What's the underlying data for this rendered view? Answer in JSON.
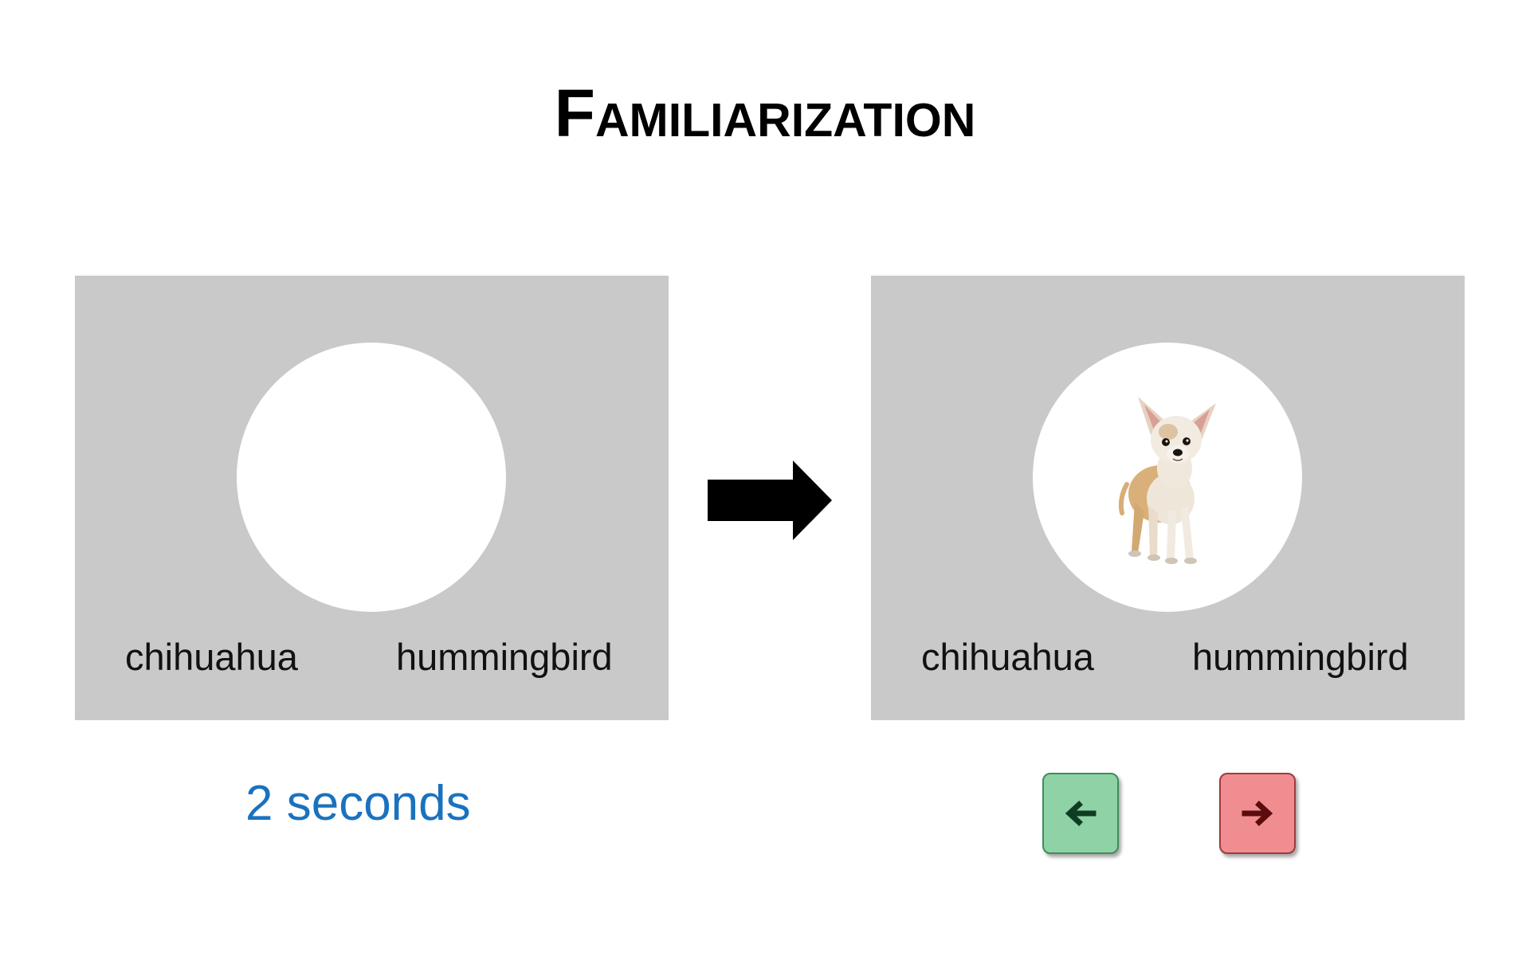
{
  "title": "Familiarization",
  "left_panel": {
    "labels": [
      "chihuahua",
      "hummingbird"
    ]
  },
  "right_panel": {
    "labels": [
      "chihuahua",
      "hummingbird"
    ],
    "image": "chihuahua-photo"
  },
  "transition_icon": "right-arrow-icon",
  "timing_text": "2 seconds",
  "nav": {
    "back_icon": "left-arrow-icon",
    "next_icon": "right-arrow-icon",
    "back_color": "#8ed2a6",
    "next_color": "#f08d90"
  }
}
